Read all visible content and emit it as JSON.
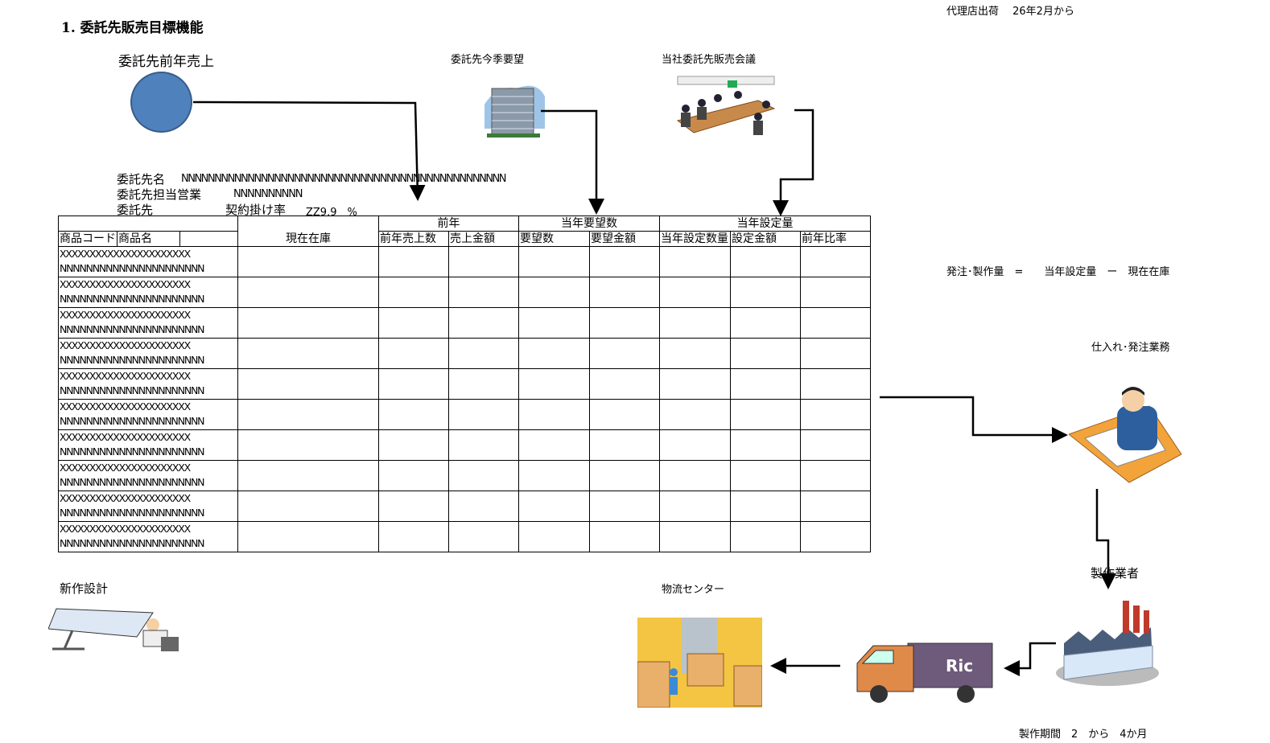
{
  "title": "1. 委託先販売目標機能",
  "shipping_note": "代理店出荷　 26年2月から",
  "labels": {
    "prev_sales": "委託先前年売上",
    "season_request": "委託先今季要望",
    "sales_meeting": "当社委託先販売会議",
    "formula": "発注･製作量　=　　当年設定量　ー　現在在庫",
    "purchasing": "仕入れ･発注業務",
    "manufacturer": "製作業者",
    "logistics": "物流センター",
    "new_design": "新作設計",
    "production_period": "製作期間　2　から　4か月"
  },
  "consignee": {
    "name_label": "委託先名",
    "name_value": "NNNNNNNNNNNNNNNNNNNNNNNNNNNNNNNNNNNNNNNNNNNNNNNNN",
    "sales_label": "委託先担当営業",
    "sales_value": "NNNNNNNNNN",
    "rate_prefix": "委託先",
    "rate_label": "契約掛け率",
    "rate_value": "ZZ9.9　%"
  },
  "table": {
    "group_headers": {
      "prev_year": "前年",
      "requested": "当年要望数",
      "planned": "当年設定量"
    },
    "columns": [
      "商品コード",
      "商品名",
      "",
      "現在在庫",
      "前年売上数",
      "売上金額",
      "要望数",
      "要望金額",
      "当年設定数量",
      "設定金額",
      "前年比率"
    ],
    "rows": [
      {
        "code": "XXXXXXXXXXXXXXXXXXXXXX",
        "name": "NNNNNNNNNNNNNNNNNNNNNN"
      },
      {
        "code": "XXXXXXXXXXXXXXXXXXXXXX",
        "name": "NNNNNNNNNNNNNNNNNNNNNN"
      },
      {
        "code": "XXXXXXXXXXXXXXXXXXXXXX",
        "name": "NNNNNNNNNNNNNNNNNNNNNN"
      },
      {
        "code": "XXXXXXXXXXXXXXXXXXXXXX",
        "name": "NNNNNNNNNNNNNNNNNNNNNN"
      },
      {
        "code": "XXXXXXXXXXXXXXXXXXXXXX",
        "name": "NNNNNNNNNNNNNNNNNNNNNN"
      },
      {
        "code": "XXXXXXXXXXXXXXXXXXXXXX",
        "name": "NNNNNNNNNNNNNNNNNNNNNN"
      },
      {
        "code": "XXXXXXXXXXXXXXXXXXXXXX",
        "name": "NNNNNNNNNNNNNNNNNNNNNN"
      },
      {
        "code": "XXXXXXXXXXXXXXXXXXXXXX",
        "name": "NNNNNNNNNNNNNNNNNNNNNN"
      },
      {
        "code": "XXXXXXXXXXXXXXXXXXXXXX",
        "name": "NNNNNNNNNNNNNNNNNNNNNN"
      },
      {
        "code": "XXXXXXXXXXXXXXXXXXXXXX",
        "name": "NNNNNNNNNNNNNNNNNNNNNN"
      }
    ]
  },
  "truck_logo": "Ric",
  "colors": {
    "circle": "#4f81bd",
    "truck": "#e08a4a",
    "box": "#e8b06a"
  }
}
